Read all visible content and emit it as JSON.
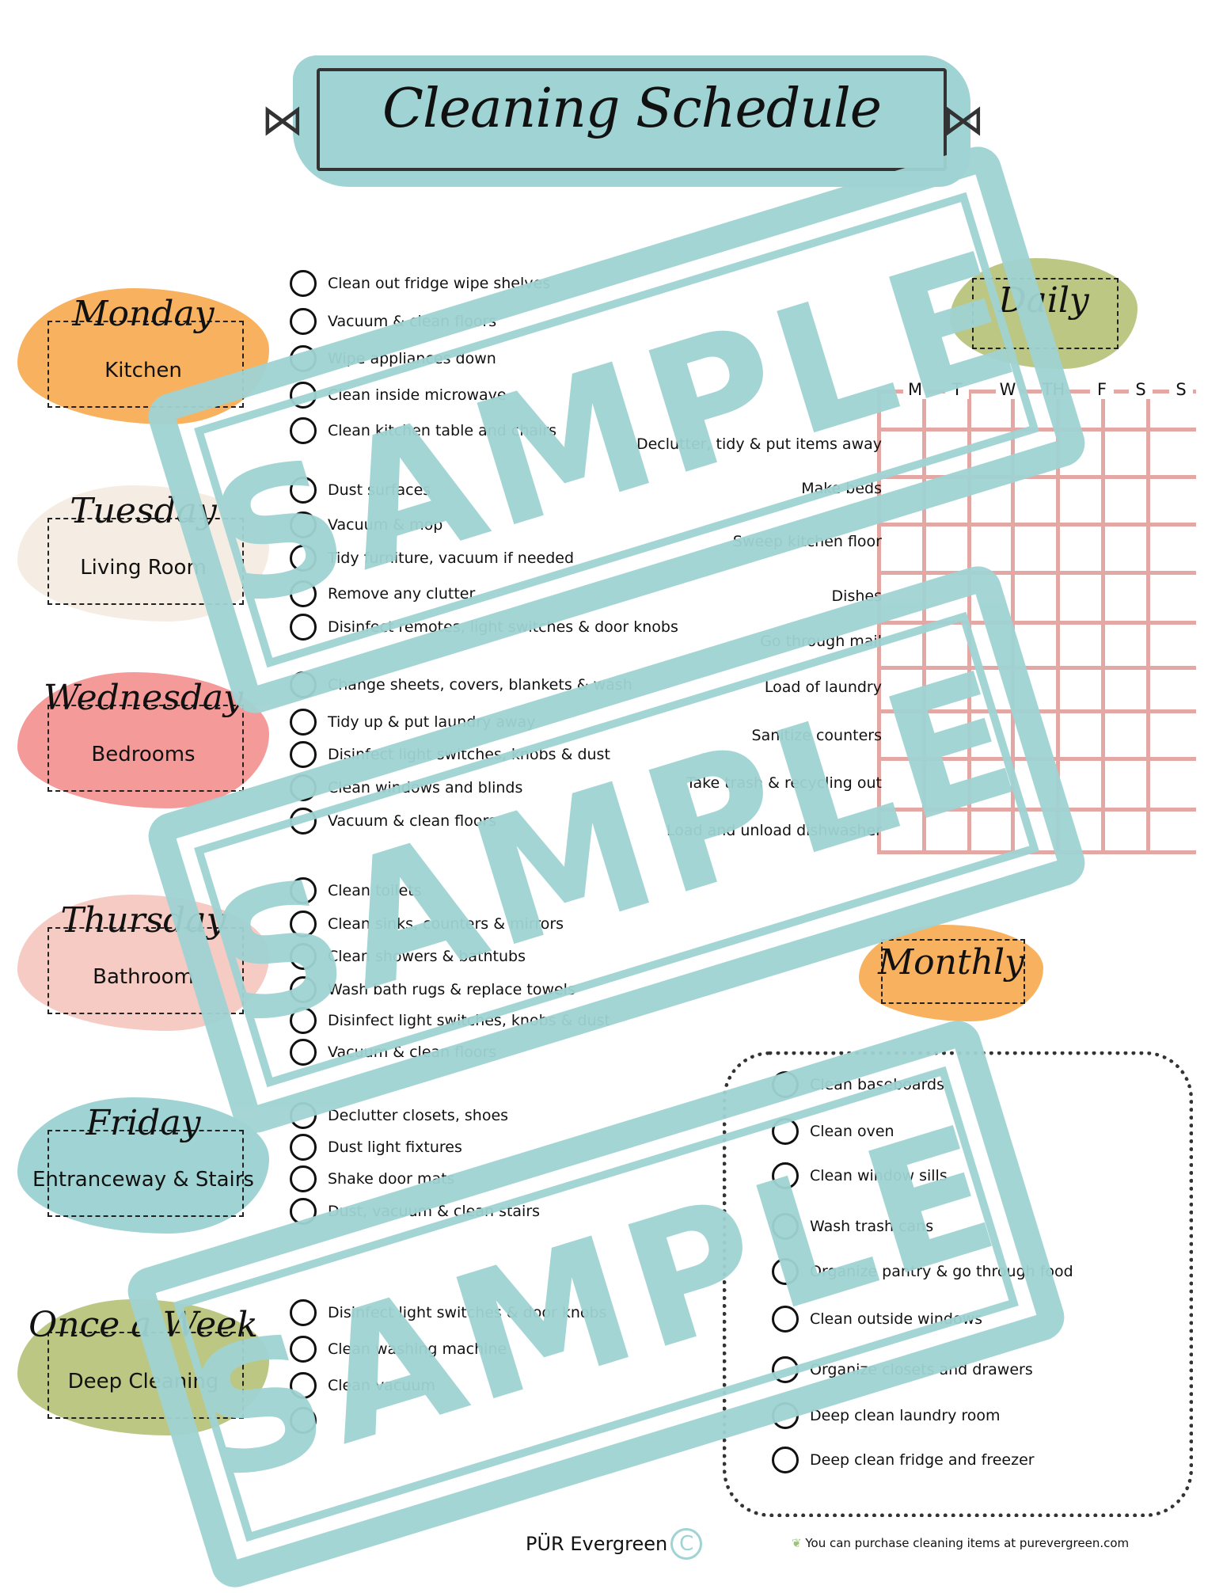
{
  "title": "Cleaning Schedule",
  "days": [
    {
      "day": "Monday",
      "room": "Kitchen",
      "color": "#f8b25f",
      "tasks": [
        "Clean out fridge wipe shelves",
        "Vacuum & clean floors",
        "Wipe appliances down",
        "Clean inside microwave",
        "Clean kitchen table and chairs"
      ]
    },
    {
      "day": "Tuesday",
      "room": "Living Room",
      "color": "#f5ede3",
      "tasks": [
        "Dust surfaces",
        "Vacuum & mop",
        "Tidy furniture, vacuum if needed",
        "Remove any clutter",
        "Disinfect remotes, light switches & door knobs"
      ]
    },
    {
      "day": "Wednesday",
      "room": "Bedrooms",
      "color": "#f49b9a",
      "tasks": [
        "Change sheets, covers, blankets & wash",
        "Tidy up & put laundry away",
        "Disinfect light switches, knobs & dust",
        "Clean windows and blinds",
        "Vacuum & clean floors"
      ]
    },
    {
      "day": "Thursday",
      "room": "Bathroom",
      "color": "#f5cbc3",
      "tasks": [
        "Clean toilets",
        "Clean sinks, counters & mirrors",
        "Clean showers & bathtubs",
        "Wash bath rugs & replace towels",
        "Disinfect light switches, knobs & dust",
        "Vacuum & clean floors"
      ]
    },
    {
      "day": "Friday",
      "room": "Entranceway & Stairs",
      "color": "#a0d3d3",
      "tasks": [
        "Declutter closets, shoes",
        "Dust light fixtures",
        "Shake door mats",
        "Dust, vacuum & clean stairs"
      ]
    },
    {
      "day": "Once a Week",
      "room": "Deep Cleaning",
      "color": "#bcc784",
      "tasks": [
        "Disinfect light switches & door knobs",
        "Clean washing machine",
        "Clean vacuum",
        ""
      ]
    }
  ],
  "daily": {
    "label": "Daily",
    "color": "#bcc784",
    "columns": [
      "M",
      "T",
      "W",
      "TH",
      "F",
      "S",
      "S"
    ],
    "tasks": [
      "Declutter, tidy & put items away",
      "Make beds",
      "Sweep kitchen floor",
      "Dishes",
      "Go through mail",
      "Load of laundry",
      "Sanitize counters",
      "Take trash & recycling out",
      "Load and unload dishwasher"
    ]
  },
  "monthly": {
    "label": "Monthly",
    "color": "#f8b25f",
    "tasks": [
      "Clean baseboards",
      "Clean oven",
      "Clean window sills",
      "Wash trash cans",
      "Organize pantry & go through food",
      "Clean outside windows",
      "Organize closets and drawers",
      "Deep clean laundry room",
      "Deep clean fridge and freezer"
    ]
  },
  "watermark": "SAMPLE",
  "footer": {
    "brand": "PÜR Evergreen",
    "copyright": "C",
    "note": "You can purchase cleaning items at purevergreen.com"
  }
}
